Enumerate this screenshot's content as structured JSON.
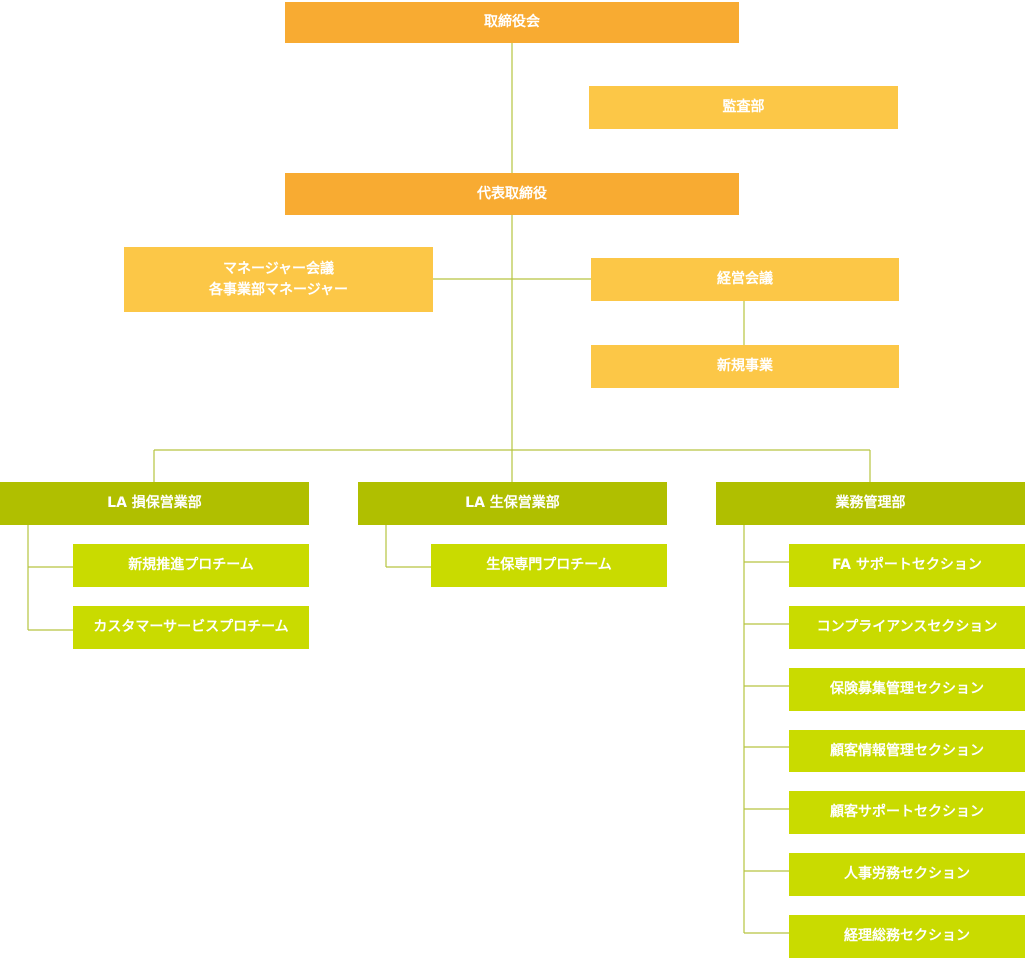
{
  "chart_data": {
    "type": "org-chart",
    "nodes": {
      "board": {
        "label": "取締役会"
      },
      "audit": {
        "label": "監査部"
      },
      "ceo": {
        "label": "代表取締役"
      },
      "manager_meeting": {
        "label_line1": "マネージャー会議",
        "label_line2": "各事業部マネージャー"
      },
      "management_meeting": {
        "label": "経営会議"
      },
      "new_business": {
        "label": "新規事業"
      },
      "la_nonlife": {
        "label": "LA 損保営業部"
      },
      "la_life": {
        "label": "LA 生保営業部"
      },
      "ops": {
        "label": "業務管理部"
      },
      "new_promo": {
        "label": "新規推進プロチーム"
      },
      "customer_service": {
        "label": "カスタマーサービスプロチーム"
      },
      "life_pro": {
        "label": "生保専門プロチーム"
      },
      "fa_support": {
        "label": "FA サポートセクション"
      },
      "compliance": {
        "label": "コンプライアンスセクション"
      },
      "insurance_recruit": {
        "label": "保険募集管理セクション"
      },
      "customer_info": {
        "label": "顧客情報管理セクション"
      },
      "customer_support": {
        "label": "顧客サポートセクション"
      },
      "hr": {
        "label": "人事労務セクション"
      },
      "accounting": {
        "label": "経理総務セクション"
      }
    },
    "edges": [
      [
        "board",
        "ceo"
      ],
      [
        "ceo",
        "manager_meeting"
      ],
      [
        "ceo",
        "management_meeting"
      ],
      [
        "management_meeting",
        "new_business"
      ],
      [
        "ceo",
        "la_nonlife"
      ],
      [
        "ceo",
        "la_life"
      ],
      [
        "ceo",
        "ops"
      ],
      [
        "la_nonlife",
        "new_promo"
      ],
      [
        "la_nonlife",
        "customer_service"
      ],
      [
        "la_life",
        "life_pro"
      ],
      [
        "ops",
        "fa_support"
      ],
      [
        "ops",
        "compliance"
      ],
      [
        "ops",
        "insurance_recruit"
      ],
      [
        "ops",
        "customer_info"
      ],
      [
        "ops",
        "customer_support"
      ],
      [
        "ops",
        "hr"
      ],
      [
        "ops",
        "accounting"
      ]
    ]
  },
  "colors": {
    "executive": "#f8ab32",
    "committee": "#fcc747",
    "department": "#b0bf00",
    "team": "#c9db00",
    "line": "#b6c440",
    "text": "#ffffff"
  }
}
